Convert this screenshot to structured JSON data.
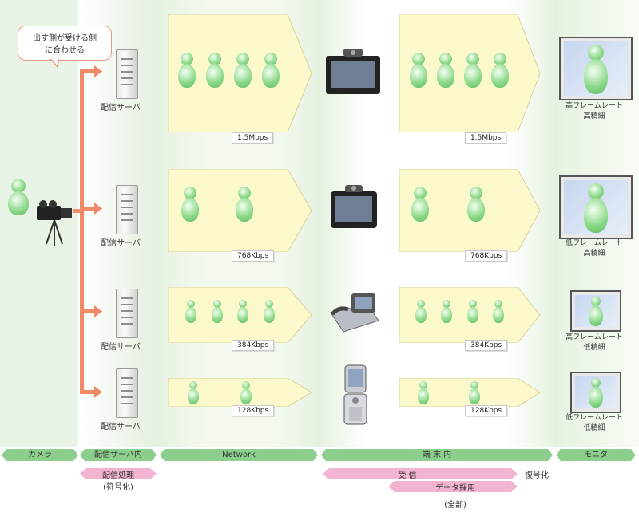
{
  "callout": {
    "line1": "出す側が受ける側",
    "line2": "に合わせる"
  },
  "servers": [
    "配信サーバ",
    "配信サーバ",
    "配信サーバ",
    "配信サーバ"
  ],
  "rates": {
    "net": [
      "1.5Mbps",
      "768Kbps",
      "384Kbps",
      "128Kbps"
    ],
    "term": [
      "1.5Mbps",
      "768Kbps",
      "384Kbps",
      "128Kbps"
    ]
  },
  "monitors": [
    {
      "line1": "高フレームレート",
      "line2": "高精細"
    },
    {
      "line1": "低フレームレート",
      "line2": "高精細"
    },
    {
      "line1": "高フレームレート",
      "line2": "低精細"
    },
    {
      "line1": "低フレームレート",
      "line2": "低精細"
    }
  ],
  "stages": {
    "camera": "カメラ",
    "server": "配信サーバ内",
    "network": "Network",
    "terminal": "端 末 内",
    "monitor": "モニタ"
  },
  "processes": {
    "encode_line1": "配信処理",
    "encode_line2": "(符号化)",
    "receive": "受 信",
    "decode": "復号化",
    "data_line1": "データ採用",
    "data_line2": "(全部)"
  },
  "colors": {
    "band": "#fbf8cc",
    "column_bg": "#e6f2e0",
    "stage_bar": "#8ccf8c",
    "pink_bar": "#f3b4d2",
    "orange_line": "#f28a68",
    "person": "#8fd98c"
  }
}
